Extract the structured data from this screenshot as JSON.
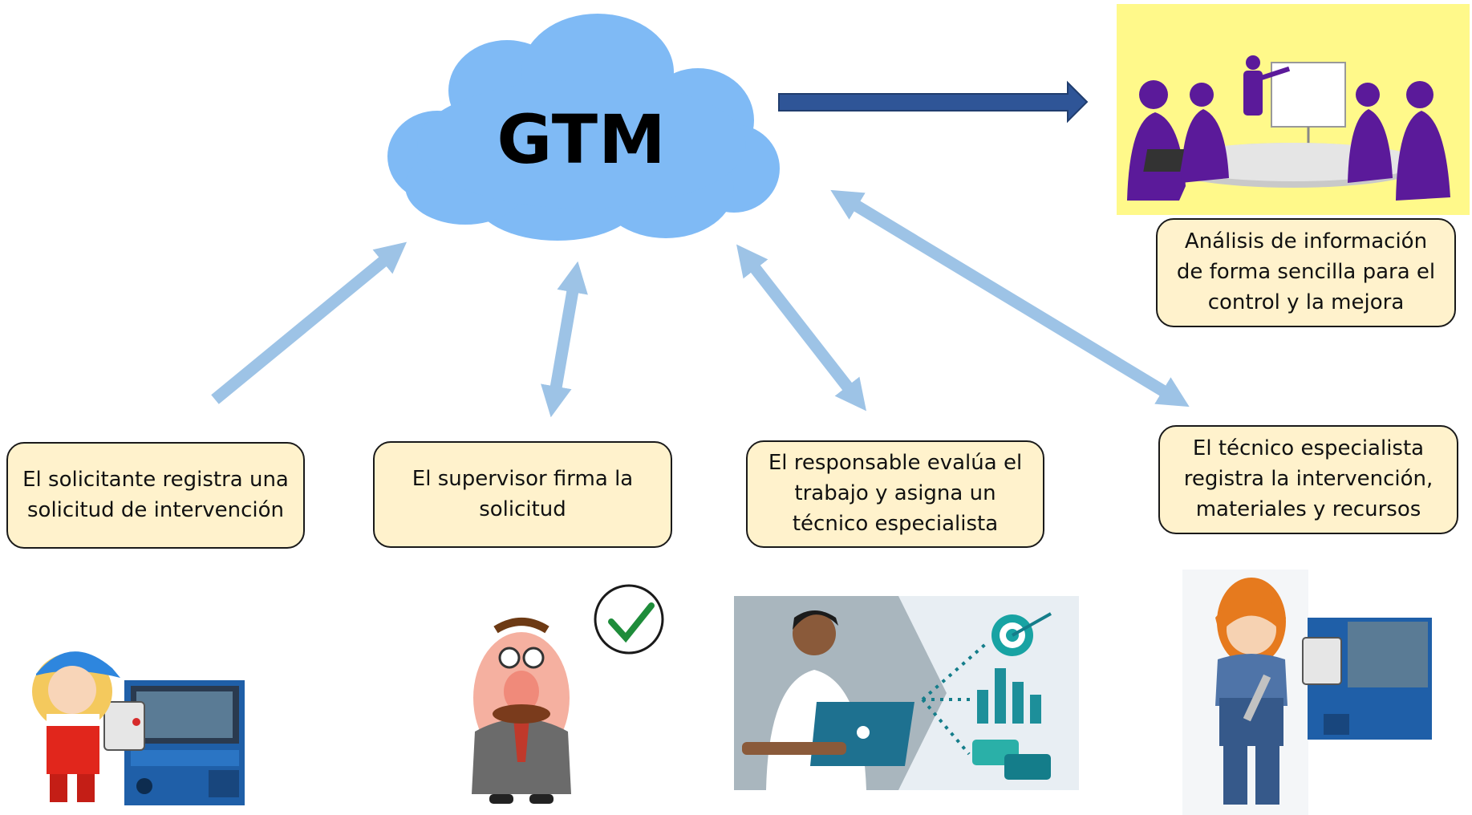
{
  "cloud": {
    "label": "GTM"
  },
  "steps": [
    {
      "text": "El solicitante registra una solicitud de intervención"
    },
    {
      "text": "El supervisor firma la solicitud"
    },
    {
      "text": "El responsable evalúa el trabajo y asigna un técnico especialista"
    },
    {
      "text": "El técnico especialista registra la intervención, materiales y recursos"
    }
  ],
  "analysis": {
    "text": "Análisis de información de forma sencilla para el control y la mejora"
  },
  "colors": {
    "cloud": "#7fbaf5",
    "connector_arrow": "#9dc3e6",
    "output_arrow": "#2f5597",
    "box_fill": "#fff2cc",
    "people_silhouette": "#5b1a9a",
    "meeting_background": "#fff98a",
    "check": "#1e8c3a"
  },
  "illustrations": [
    {
      "icon": "operator-woman-at-machine-icon"
    },
    {
      "icon": "supervisor-man-with-check-icon"
    },
    {
      "icon": "analyst-laptop-dashboard-icon"
    },
    {
      "icon": "technician-woman-with-wrench-icon"
    },
    {
      "icon": "business-meeting-presentation-icon"
    }
  ]
}
